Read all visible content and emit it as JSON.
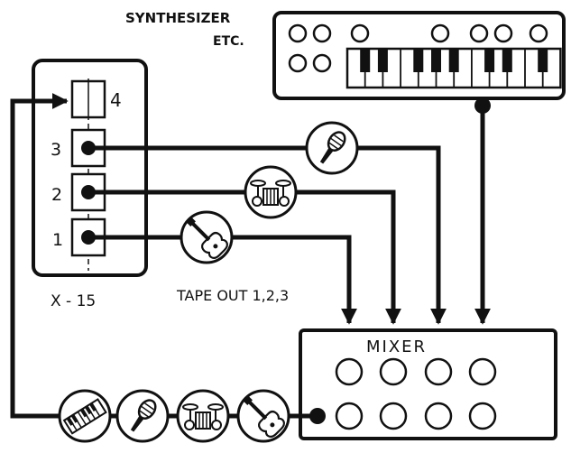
{
  "labels": {
    "synth_line1": "SYNTHESIZER",
    "synth_line2": "ETC.",
    "track4": "4",
    "track3": "3",
    "track2": "2",
    "track1": "1",
    "device": "X - 15",
    "tape_out": "TAPE OUT 1,2,3",
    "mixer": "MIXER"
  },
  "icons": {
    "track3_source": "microphone-icon",
    "track2_source": "drum-kit-icon",
    "track1_source": "guitar-icon",
    "bottom_chain": [
      "keyboard-icon",
      "microphone-icon",
      "drum-kit-icon",
      "guitar-icon"
    ]
  },
  "colors": {
    "ink": "#111111",
    "background": "#ffffff"
  }
}
